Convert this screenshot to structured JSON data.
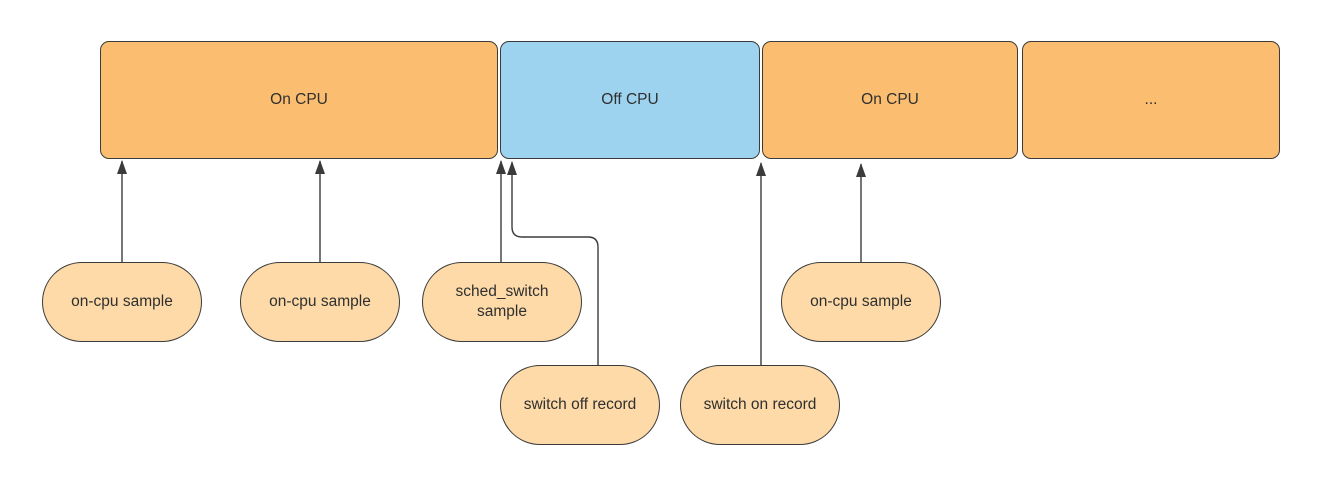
{
  "diagram": {
    "description": "CPU on/off timeline with profiler sampling and scheduler switch events",
    "colors": {
      "on_cpu_fill": "#FBBE70",
      "off_cpu_fill": "#9ED3F0",
      "event_fill": "#FDDAA8",
      "stroke": "#3B3B3B",
      "text": "#2F2F2F"
    },
    "timeline": [
      {
        "label": "On CPU"
      },
      {
        "label": "Off CPU"
      },
      {
        "label": "On CPU"
      },
      {
        "label": "..."
      }
    ],
    "events": [
      {
        "label": "on-cpu sample",
        "points_to": "first On CPU segment"
      },
      {
        "label": "on-cpu sample",
        "points_to": "first On CPU segment"
      },
      {
        "label": "sched_switch sample",
        "points_to": "end of first On CPU segment"
      },
      {
        "label": "switch off record",
        "points_to": "start of Off CPU segment"
      },
      {
        "label": "switch on record",
        "points_to": "start of second On CPU segment"
      },
      {
        "label": "on-cpu sample",
        "points_to": "second On CPU segment"
      }
    ]
  }
}
